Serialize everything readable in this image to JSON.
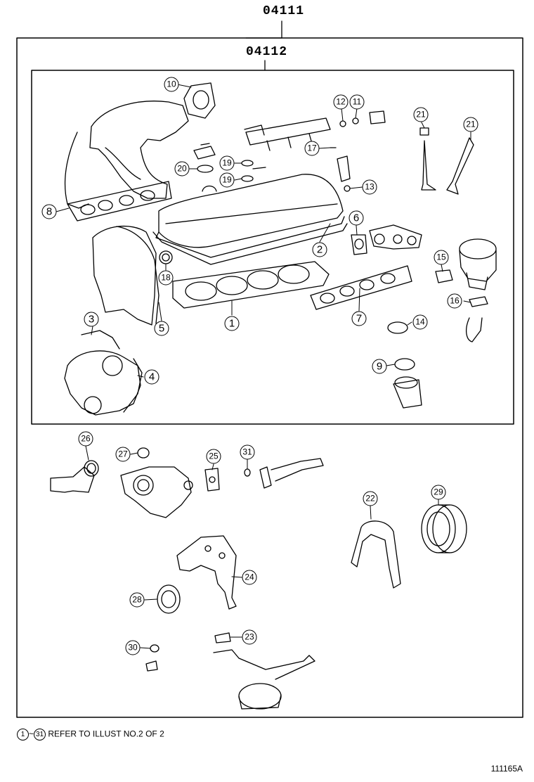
{
  "header": {
    "kit_part_no": "04111",
    "sub_kit_part_no": "04112"
  },
  "callouts": [
    {
      "id": "callout-1",
      "label": "1"
    },
    {
      "id": "callout-2",
      "label": "2"
    },
    {
      "id": "callout-3",
      "label": "3"
    },
    {
      "id": "callout-4",
      "label": "4"
    },
    {
      "id": "callout-5",
      "label": "5"
    },
    {
      "id": "callout-6",
      "label": "6"
    },
    {
      "id": "callout-7",
      "label": "7"
    },
    {
      "id": "callout-8",
      "label": "8"
    },
    {
      "id": "callout-9",
      "label": "9"
    },
    {
      "id": "callout-10",
      "label": "10"
    },
    {
      "id": "callout-11",
      "label": "11"
    },
    {
      "id": "callout-12",
      "label": "12"
    },
    {
      "id": "callout-13",
      "label": "13"
    },
    {
      "id": "callout-14",
      "label": "14"
    },
    {
      "id": "callout-15",
      "label": "15"
    },
    {
      "id": "callout-16",
      "label": "16"
    },
    {
      "id": "callout-17",
      "label": "17"
    },
    {
      "id": "callout-18",
      "label": "18"
    },
    {
      "id": "callout-19a",
      "label": "19"
    },
    {
      "id": "callout-19b",
      "label": "19"
    },
    {
      "id": "callout-20",
      "label": "20"
    },
    {
      "id": "callout-21a",
      "label": "21"
    },
    {
      "id": "callout-21b",
      "label": "21"
    },
    {
      "id": "callout-22",
      "label": "22"
    },
    {
      "id": "callout-23",
      "label": "23"
    },
    {
      "id": "callout-24",
      "label": "24"
    },
    {
      "id": "callout-25",
      "label": "25"
    },
    {
      "id": "callout-26",
      "label": "26"
    },
    {
      "id": "callout-27",
      "label": "27"
    },
    {
      "id": "callout-28",
      "label": "28"
    },
    {
      "id": "callout-29",
      "label": "29"
    },
    {
      "id": "callout-30",
      "label": "30"
    },
    {
      "id": "callout-31",
      "label": "31"
    }
  ],
  "footer": {
    "range_start": "1",
    "range_sep": "~",
    "range_end": "31",
    "note": "REFER TO ILLUST NO.2 OF 2",
    "figure_id": "111165A"
  }
}
